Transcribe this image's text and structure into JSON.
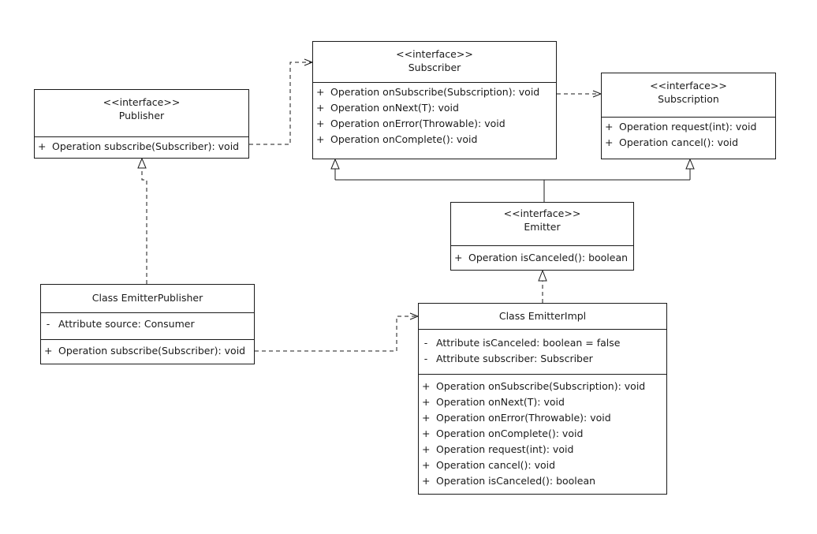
{
  "publisher": {
    "stereotype": "<<interface>>",
    "name": "Publisher",
    "operations": [
      {
        "vis": "+",
        "text": "Operation subscribe(Subscriber): void"
      }
    ]
  },
  "subscriber": {
    "stereotype": "<<interface>>",
    "name": "Subscriber",
    "operations": [
      {
        "vis": "+",
        "text": "Operation onSubscribe(Subscription): void"
      },
      {
        "vis": "+",
        "text": "Operation onNext(T): void"
      },
      {
        "vis": "+",
        "text": "Operation onError(Throwable): void"
      },
      {
        "vis": "+",
        "text": "Operation onComplete(): void"
      }
    ]
  },
  "subscription": {
    "stereotype": "<<interface>>",
    "name": "Subscription",
    "operations": [
      {
        "vis": "+",
        "text": "Operation request(int): void"
      },
      {
        "vis": "+",
        "text": "Operation cancel(): void"
      }
    ]
  },
  "emitter": {
    "stereotype": "<<interface>>",
    "name": "Emitter",
    "operations": [
      {
        "vis": "+",
        "text": "Operation isCanceled(): boolean"
      }
    ]
  },
  "emitterPublisher": {
    "name": "Class EmitterPublisher",
    "attributes": [
      {
        "vis": "-",
        "text": "Attribute source: Consumer"
      }
    ],
    "operations": [
      {
        "vis": "+",
        "text": "Operation subscribe(Subscriber): void"
      }
    ]
  },
  "emitterImpl": {
    "name": "Class EmitterImpl",
    "attributes": [
      {
        "vis": "-",
        "text": "Attribute isCanceled: boolean = false"
      },
      {
        "vis": "-",
        "text": "Attribute subscriber: Subscriber"
      }
    ],
    "operations": [
      {
        "vis": "+",
        "text": "Operation onSubscribe(Subscription): void"
      },
      {
        "vis": "+",
        "text": "Operation onNext(T): void"
      },
      {
        "vis": "+",
        "text": "Operation onError(Throwable): void"
      },
      {
        "vis": "+",
        "text": "Operation onComplete(): void"
      },
      {
        "vis": "+",
        "text": "Operation request(int): void"
      },
      {
        "vis": "+",
        "text": "Operation cancel(): void"
      },
      {
        "vis": "+",
        "text": "Operation isCanceled(): boolean"
      }
    ]
  }
}
